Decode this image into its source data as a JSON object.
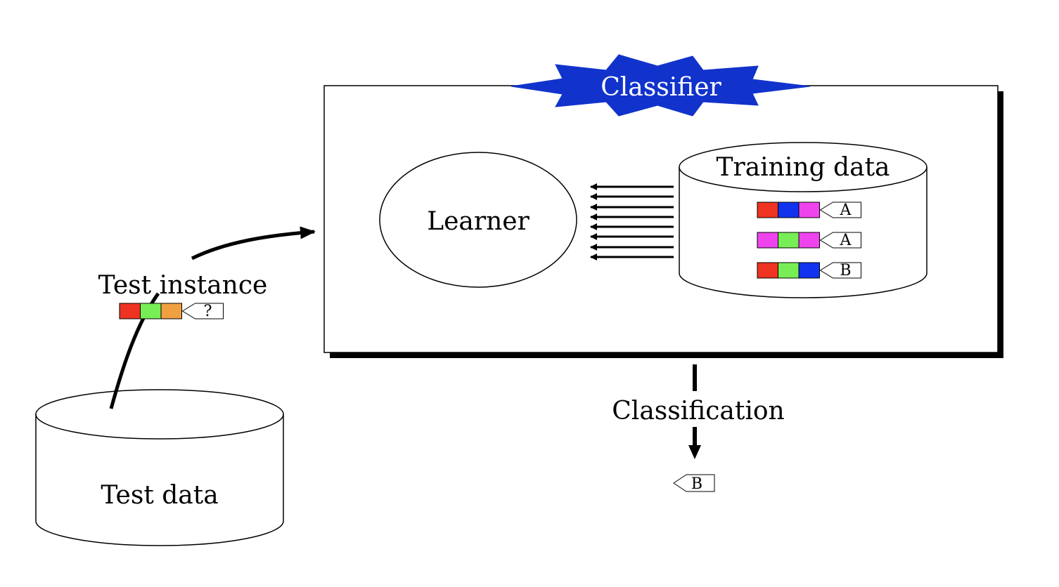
{
  "diagram": {
    "classifier_label": "Classifier",
    "learner_label": "Learner",
    "training_label": "Training data",
    "test_data_label": "Test data",
    "test_instance_label": "Test instance",
    "classification_label": "Classification",
    "training_rows": [
      {
        "colors": [
          "#ee3322",
          "#1133ee",
          "#ee44ee"
        ],
        "tag": "A"
      },
      {
        "colors": [
          "#ee44ee",
          "#77ee55",
          "#ee44ee"
        ],
        "tag": "A"
      },
      {
        "colors": [
          "#ee3322",
          "#77ee55",
          "#1133ee"
        ],
        "tag": "B"
      }
    ],
    "test_instance": {
      "colors": [
        "#ee3322",
        "#77ee55",
        "#f0a040"
      ],
      "tag": "?"
    },
    "result_tag": "B",
    "star_color": "#1133cc",
    "star_text_color": "#ffffff"
  }
}
